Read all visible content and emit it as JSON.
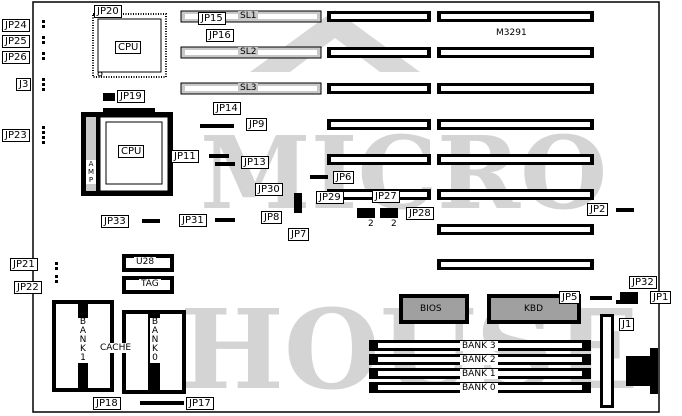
{
  "board": {
    "model": "M3291",
    "watermark_line1": "MICRO",
    "watermark_line2": "HOUSE",
    "colors": {
      "ink": "#000000",
      "chip_gray": "#a0a0a0",
      "slot_gray": "#c8c8c8",
      "watermark": "#d4d4d4",
      "paper": "#ffffff"
    }
  },
  "components": {
    "cpu_top": "CPU",
    "cpu_socket": "CPU",
    "amp": "AMP",
    "bios": "BIOS",
    "kbd": "KBD",
    "u28": "U28",
    "tag": "TAG",
    "cache": "CACHE",
    "bank_left": "BANK 1",
    "bank_right": "BANK 0"
  },
  "slots": {
    "sl1": "SL1",
    "sl2": "SL2",
    "sl3": "SL3"
  },
  "memory_banks": [
    "BANK 3",
    "BANK 2",
    "BANK 1",
    "BANK 0"
  ],
  "jumpers": {
    "jp24": "JP24",
    "jp25": "JP25",
    "jp26": "JP26",
    "j3": "J3",
    "jp23": "JP23",
    "jp20": "JP20",
    "jp15": "JP15",
    "jp16": "JP16",
    "jp19": "JP19",
    "jp14": "JP14",
    "jp9": "JP9",
    "jp11": "JP11",
    "jp13": "JP13",
    "jp6": "JP6",
    "jp30": "JP30",
    "jp29": "JP29",
    "jp27": "JP27",
    "jp28": "JP28",
    "jp8": "JP8",
    "jp7": "JP7",
    "jp33": "JP33",
    "jp31": "JP31",
    "jp2": "JP2",
    "jp21": "JP21",
    "jp22": "JP22",
    "jp32": "JP32",
    "jp5": "JP5",
    "jp1": "JP1",
    "j1": "J1",
    "jp18": "JP18",
    "jp17": "JP17"
  },
  "pin_marks": {
    "jp27_pin": "2",
    "jp28_pin": "2"
  }
}
